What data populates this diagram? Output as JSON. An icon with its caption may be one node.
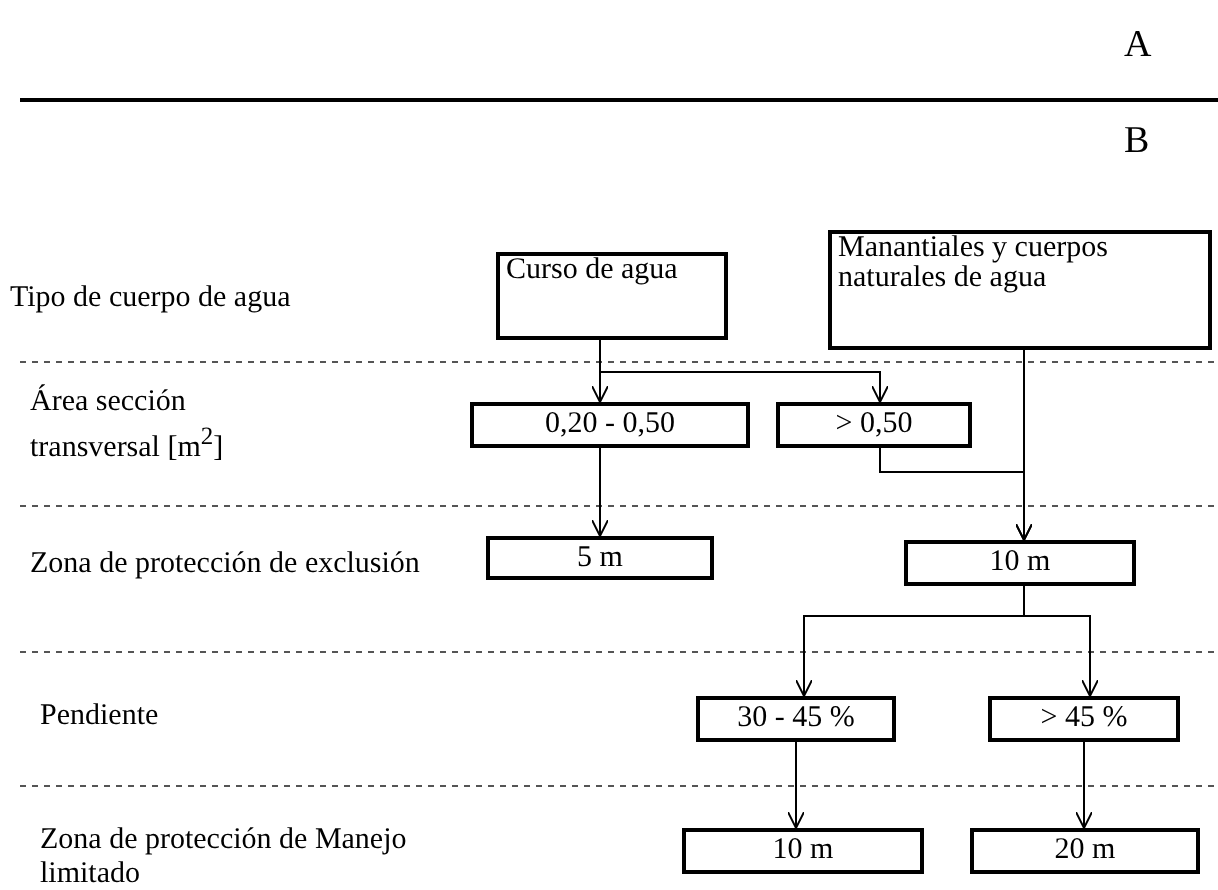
{
  "diagram": {
    "nodes": [
      {
        "text": [
          "Curso de agua"
        ]
      },
      {
        "text": [
          "Manantiales y cuerpos naturales de agua"
        ]
      },
      {
        "text": [
          "0,20 - 0,50"
        ]
      },
      {
        "text": [
          "> 0,50"
        ]
      },
      {
        "text": [
          "5 m"
        ]
      },
      {
        "text": [
          "10 m"
        ]
      },
      {
        "text": [
          "30 - 45 %"
        ]
      },
      {
        "text": [
          "> 45 %"
        ]
      },
      {
        "text": [
          "10 m"
        ]
      },
      {
        "text": [
          "20 m"
        ]
      }
    ],
    "edges": [
      {
        "from": 0,
        "to": 2,
        "arrow": "to"
      },
      {
        "from": 0,
        "to": 3,
        "arrow": "to"
      },
      {
        "from": 2,
        "to": 4,
        "arrow": "to"
      },
      {
        "from": 1,
        "to": 5,
        "arrow": "to"
      },
      {
        "from": 3,
        "to": 5,
        "arrow": "to"
      },
      {
        "from": 5,
        "to": 6,
        "arrow": "to"
      },
      {
        "from": 5,
        "to": 7,
        "arrow": "to"
      },
      {
        "from": 6,
        "to": 8,
        "arrow": "to"
      },
      {
        "from": 7,
        "to": 9,
        "arrow": "to"
      }
    ],
    "labels": [
      "A",
      "B",
      "Tipo de cuerpo de agua",
      "Área sección transversal [m$^{2}$]",
      "Zona de protección de exclusión",
      "Pendiente",
      "Zona de protección de Manejo limitado"
    ]
  }
}
